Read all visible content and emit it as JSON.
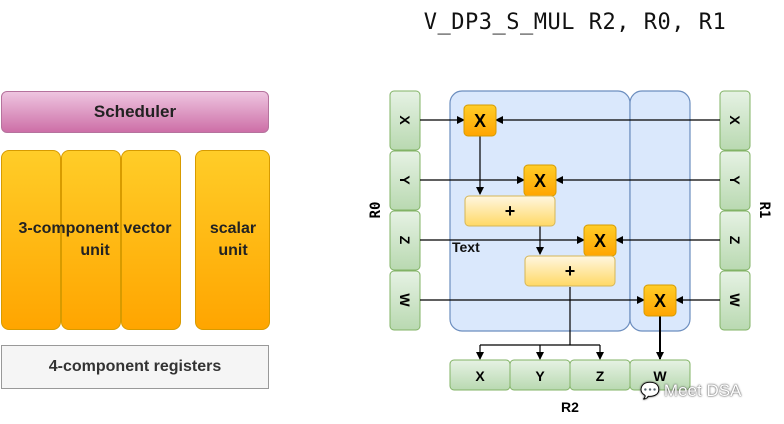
{
  "title": "V_DP3_S_MUL R2, R0, R1",
  "left": {
    "scheduler": "Scheduler",
    "vector_unit": "3-component vector unit",
    "scalar_unit": "scalar unit",
    "registers": "4-component registers"
  },
  "diagram": {
    "r0_label": "R0",
    "r1_label": "R1",
    "r2_label": "R2",
    "r0_cells": [
      "X",
      "Y",
      "Z",
      "W"
    ],
    "r1_cells": [
      "X",
      "Y",
      "Z",
      "W"
    ],
    "r2_cells": [
      "X",
      "Y",
      "Z",
      "W"
    ],
    "mul_symbol": "X",
    "add_symbol": "+",
    "stray_text": "Text"
  },
  "watermark": "Meet DSA",
  "colors": {
    "green_fill": "#d5e8d4",
    "green_stroke": "#82b366",
    "blue_fill": "#dae8fc",
    "blue_stroke": "#6c8ebf",
    "orange_fill": "#ffcd28",
    "orange_stroke": "#d79b00",
    "add_fill": "#fff2cc"
  }
}
